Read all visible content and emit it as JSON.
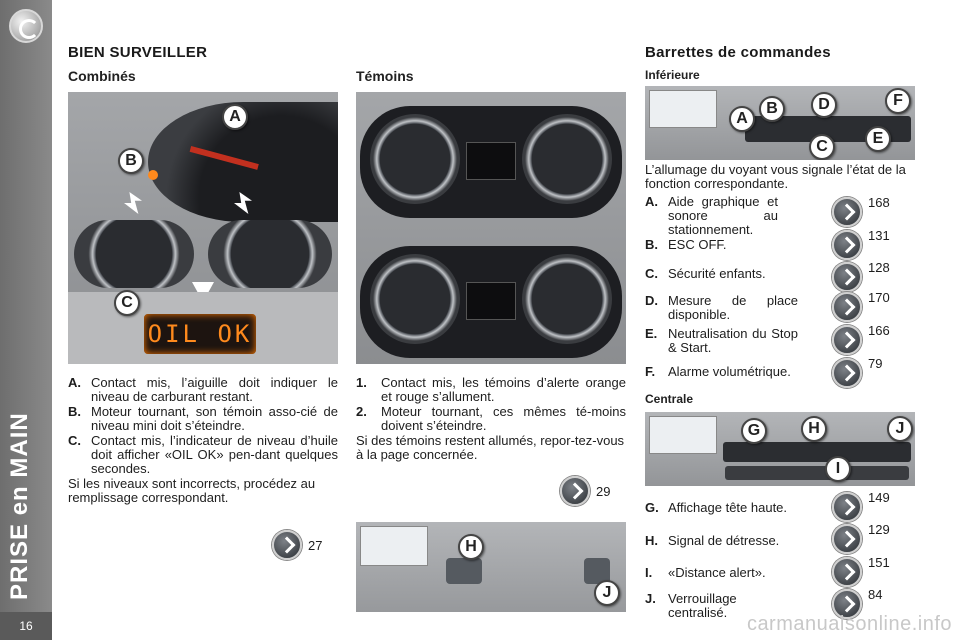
{
  "sidebar": {
    "title": "PRISE en MAIN",
    "page_number": "16"
  },
  "section_title": "BIEN SURVEILLER",
  "combines": {
    "title": "Combinés",
    "callouts": [
      "A",
      "B",
      "C"
    ],
    "oil_display": "OIL OK",
    "items": [
      {
        "label": "A.",
        "text": "Contact mis, l’aiguille doit indiquer le niveau de carburant restant."
      },
      {
        "label": "B.",
        "text": "Moteur tournant, son témoin asso-cié de niveau mini doit s’éteindre."
      },
      {
        "label": "C.",
        "text": "Contact mis, l’indicateur de niveau d’huile doit afficher «OIL OK» pen-dant quelques secondes."
      }
    ],
    "note": "Si les niveaux sont incorrects, procédez au remplissage correspondant.",
    "ref": "27"
  },
  "temoins": {
    "title": "Témoins",
    "items": [
      {
        "label": "1.",
        "text": "Contact mis, les témoins d’alerte orange et rouge s’allument."
      },
      {
        "label": "2.",
        "text": "Moteur tournant, ces mêmes té-moins doivent s’éteindre."
      }
    ],
    "note": "Si des témoins restent allumés, repor-tez-vous à la page concernée.",
    "ref": "29",
    "callouts": [
      "H",
      "J"
    ]
  },
  "barrettes": {
    "title": "Barrettes de commandes",
    "inferieure": {
      "title": "Inférieure",
      "callouts": [
        "A",
        "B",
        "C",
        "D",
        "E",
        "F"
      ],
      "intro": "L’allumage du voyant vous signale l’état de la fonction correspondante.",
      "items": [
        {
          "label": "A.",
          "text": "Aide graphique et sonore au stationnement.",
          "ref": "168"
        },
        {
          "label": "B.",
          "text": "ESC OFF.",
          "ref": "131"
        },
        {
          "label": "C.",
          "text": "Sécurité enfants.",
          "ref": "128"
        },
        {
          "label": "D.",
          "text": "Mesure de place disponible.",
          "ref": "170"
        },
        {
          "label": "E.",
          "text": "Neutralisation du Stop & Start.",
          "ref": "166"
        },
        {
          "label": "F.",
          "text": "Alarme volumétrique.",
          "ref": "79"
        }
      ]
    },
    "centrale": {
      "title": "Centrale",
      "callouts": [
        "G",
        "H",
        "J",
        "I"
      ],
      "items": [
        {
          "label": "G.",
          "text": "Affichage tête haute.",
          "ref": "149"
        },
        {
          "label": "H.",
          "text": "Signal de détresse.",
          "ref": "129"
        },
        {
          "label": "I.",
          "text": "«Distance alert».",
          "ref": "151"
        },
        {
          "label": "J.",
          "text": "Verrouillage centralisé.",
          "ref": "84"
        }
      ]
    }
  },
  "watermark": "carmanualsonline.info"
}
